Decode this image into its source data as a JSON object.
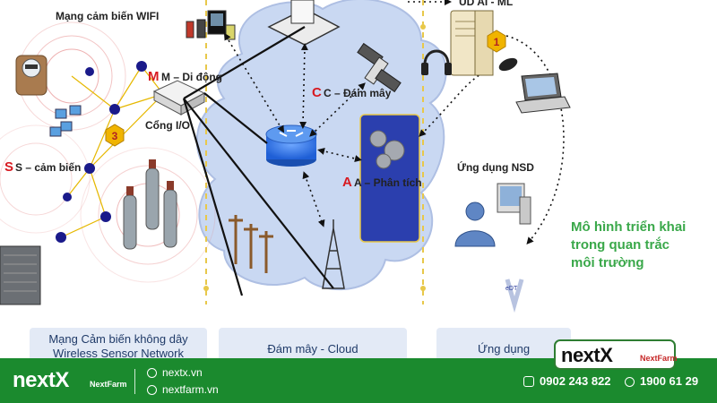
{
  "diagram": {
    "wifi_title": "Mạng cảm biến WIFI",
    "sensor_label": "S – cảm biến",
    "mobile_label": "M – Di động",
    "gateway_label": "Cổng I/O",
    "cloud_label": "C – Đám mây",
    "analysis_label": "A – Phân tích",
    "ai_label": "UD AI - ML",
    "user_app_label": "Ứng dụng NSD",
    "hex_labels": [
      "1",
      "3"
    ],
    "vdt_label": "eDT"
  },
  "caption": {
    "lines": [
      "Mô hình triển khai",
      "trong quan trắc",
      "môi trường"
    ]
  },
  "tabs": {
    "wsn": [
      "Mạng Cảm biến không dây",
      "Wireless Sensor Network"
    ],
    "cloud": "Đám mây - Cloud",
    "app": "Ứng dụng"
  },
  "logo_card": {
    "brand": "nextX",
    "sub": "NextFarm"
  },
  "footer": {
    "brand": "nextX",
    "brand_sub": "NextFarm",
    "link1": "nextx.vn",
    "link2": "nextfarm.vn",
    "phone1": "0902 243 822",
    "phone2": "1900 61 29"
  },
  "colors": {
    "footer_bg": "#1b8a2e",
    "accent_green": "#3aa84a",
    "label_red": "#d71920",
    "cloud_blue": "#c9d8f2",
    "analysis_box": "#2b3fae",
    "dashed_gold": "#e8c84a"
  }
}
